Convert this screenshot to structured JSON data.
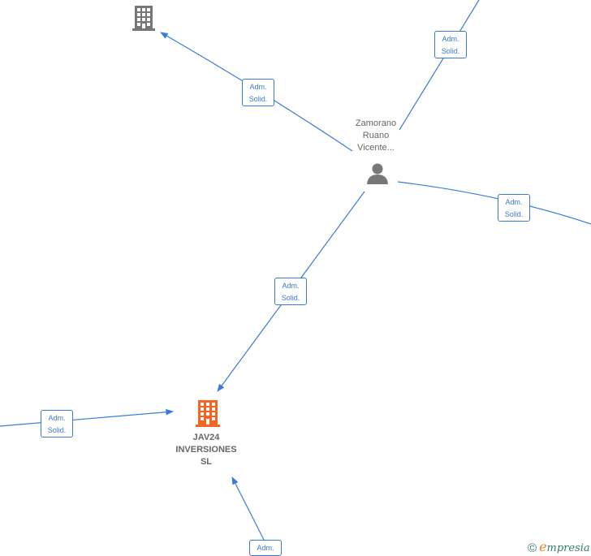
{
  "nodes": {
    "company_top": {
      "label": "",
      "icon": "building-icon",
      "color": "#777777"
    },
    "person": {
      "label_lines": [
        "Zamorano",
        "Ruano",
        "Vicente..."
      ],
      "icon": "person-icon",
      "color": "#777777"
    },
    "company_main": {
      "label_lines": [
        "JAV24",
        "INVERSIONES",
        "SL"
      ],
      "icon": "building-icon",
      "color": "#f26522"
    }
  },
  "edges": [
    {
      "id": "edge-person-to-top-company",
      "label_lines": [
        "Adm.",
        "Solid."
      ]
    },
    {
      "id": "edge-offscreen-top-to-person",
      "label_lines": [
        "Adm.",
        "Solid."
      ]
    },
    {
      "id": "edge-person-to-offscreen-right",
      "label_lines": [
        "Adm.",
        "Solid."
      ]
    },
    {
      "id": "edge-person-to-main-company",
      "label_lines": [
        "Adm.",
        "Solid."
      ]
    },
    {
      "id": "edge-offscreen-left-to-main-company",
      "label_lines": [
        "Adm.",
        "Solid."
      ]
    },
    {
      "id": "edge-offscreen-bottom-to-main-company",
      "label_lines": [
        "Adm."
      ]
    }
  ],
  "colors": {
    "edge": "#3a7bd5",
    "node_gray": "#777777",
    "node_company": "#f26522"
  },
  "brand": {
    "copyright": "©",
    "initial": "e",
    "rest": "mpresia"
  }
}
